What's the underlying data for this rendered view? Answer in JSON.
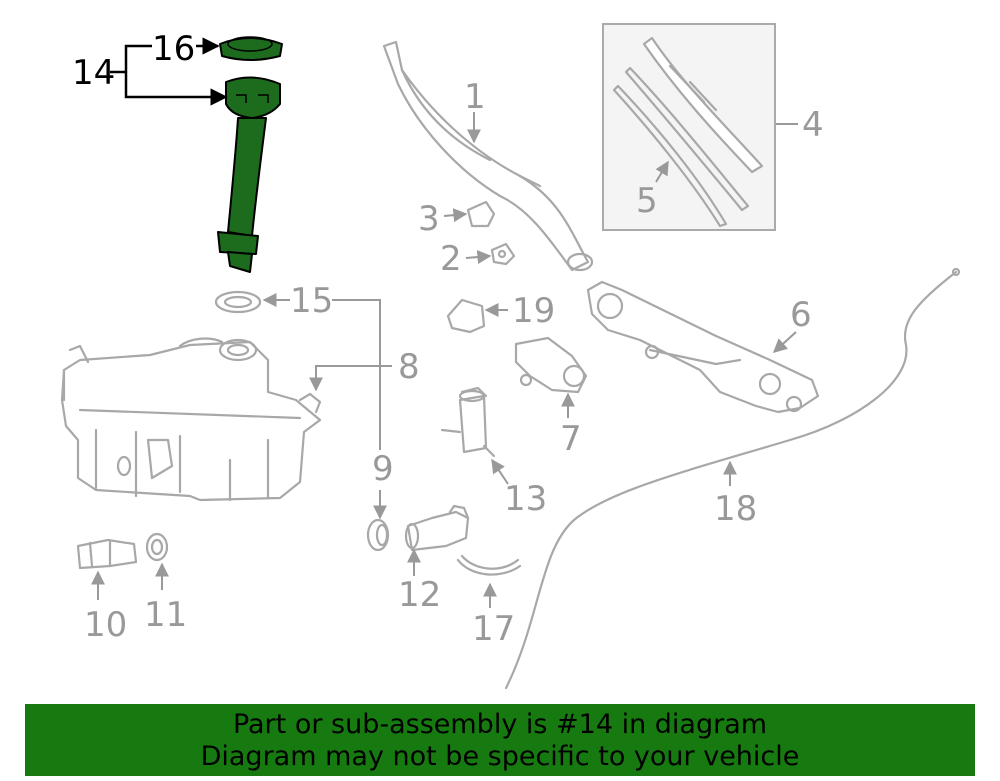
{
  "diagram": {
    "highlighted_part": "14",
    "highlight_color": "#1d6b1d",
    "callouts": {
      "c1": "1",
      "c2": "2",
      "c3": "3",
      "c4": "4",
      "c5": "5",
      "c6": "6",
      "c7": "7",
      "c8": "8",
      "c9": "9",
      "c10": "10",
      "c11": "11",
      "c12": "12",
      "c13": "13",
      "c14": "14",
      "c15": "15",
      "c16": "16",
      "c17": "17",
      "c18": "18",
      "c19": "19"
    }
  },
  "banner": {
    "line1": "Part or sub-assembly is #14 in diagram",
    "line2": "Diagram may not be specific to your vehicle",
    "background": "#177a10"
  }
}
